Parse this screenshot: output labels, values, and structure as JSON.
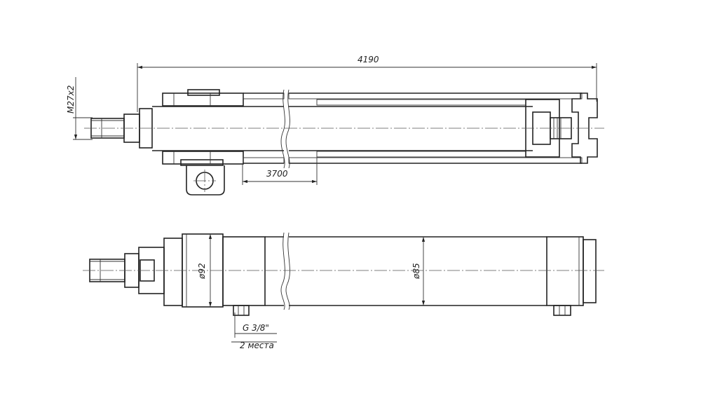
{
  "dimensions": {
    "overall_length": "4190",
    "stroke": "3700",
    "thread": "M27x2",
    "body_diameter": "ø92",
    "tube_diameter": "ø85",
    "port_thread": "G 3/8\"",
    "port_count": "2 места"
  },
  "colors": {
    "line": "#222222",
    "background": "#ffffff"
  }
}
